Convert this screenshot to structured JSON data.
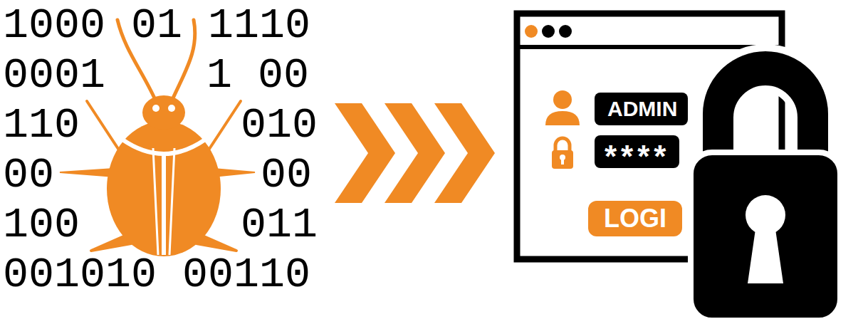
{
  "diagram": {
    "nodes": [
      {
        "text": [
          "ADMIN"
        ]
      },
      {
        "text": [
          "****"
        ]
      },
      {
        "text": [
          "LOGI"
        ]
      }
    ],
    "labels": [
      "1000 01 1110",
      "0001",
      "1 00",
      "110",
      "010",
      "00",
      "00",
      "100",
      "011",
      "001010 00110"
    ]
  }
}
